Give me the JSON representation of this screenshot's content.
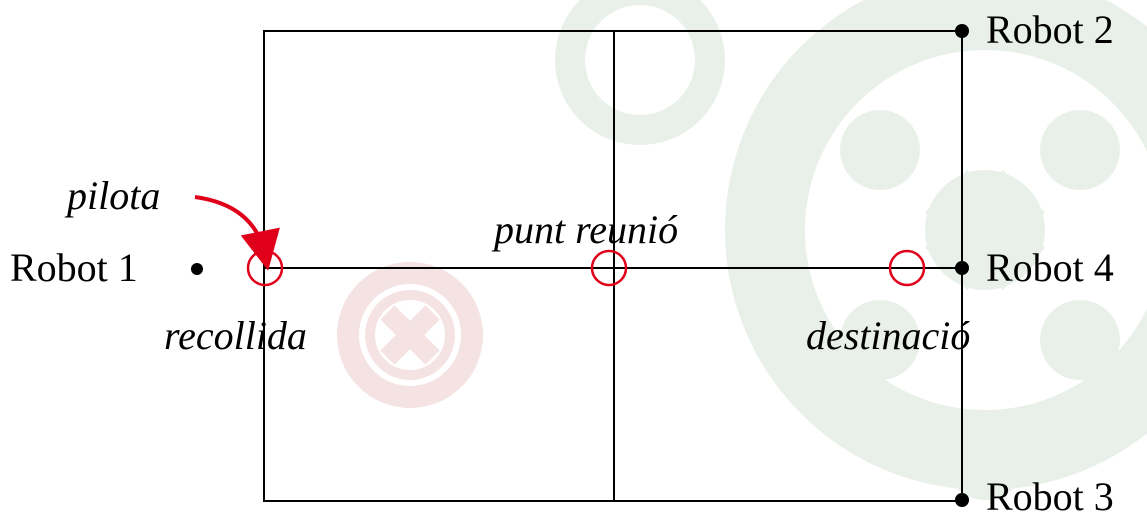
{
  "robots": {
    "robot1": "Robot 1",
    "robot2": "Robot 2",
    "robot3": "Robot 3",
    "robot4": "Robot 4"
  },
  "points": {
    "pilota": "pilota",
    "punt_reunio": "punt reunió",
    "recollida": "recollida",
    "destinacio": "destinació"
  },
  "colors": {
    "line": "#000000",
    "marker": "#e0001a",
    "arrow": "#e0001a",
    "gear_red": "#c85a5a",
    "gear_green": "#5a8a5a"
  },
  "icons": {
    "background_left": "red-gear-watermark",
    "background_right": "green-gear-watermark"
  }
}
